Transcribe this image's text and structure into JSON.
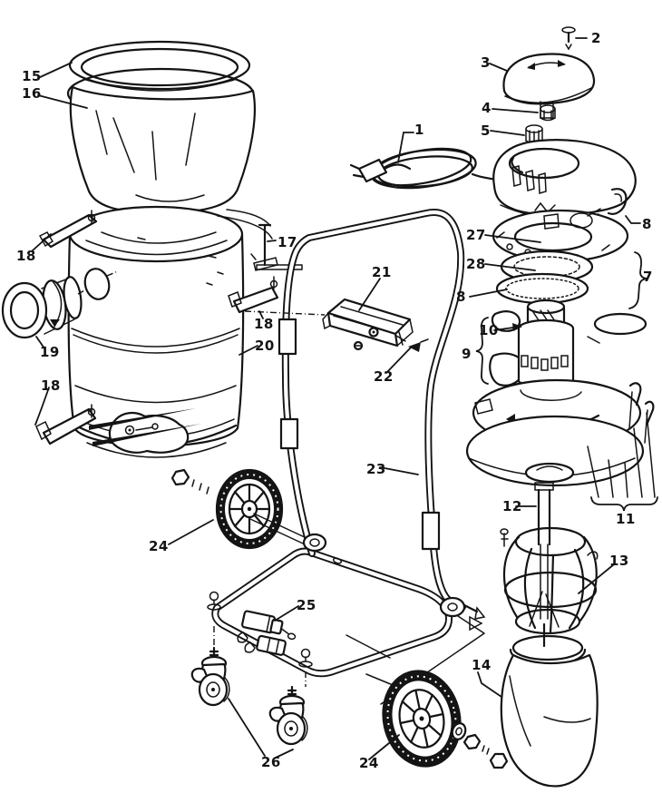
{
  "diagram": {
    "kind": "exploded-parts-diagram",
    "colors": {
      "ink": "#141414",
      "paper": "#ffffff"
    }
  },
  "callouts": [
    {
      "label": "15",
      "part": "filter-retainer-ring"
    },
    {
      "label": "16",
      "part": "cloth-filter"
    },
    {
      "label": "2",
      "part": "cover-screw"
    },
    {
      "label": "3",
      "part": "motor-cover"
    },
    {
      "label": "4",
      "part": "retaining-nut"
    },
    {
      "label": "5",
      "part": "grommet"
    },
    {
      "label": "1",
      "part": "power-cord"
    },
    {
      "label": "8",
      "part": "cord-hook"
    },
    {
      "label": "27",
      "part": "motor-mounting-plate"
    },
    {
      "label": "28",
      "part": "seal-ring"
    },
    {
      "label": "8",
      "part": "gasket"
    },
    {
      "label": "7",
      "part": "motor-head-group"
    },
    {
      "label": "10",
      "part": "armature"
    },
    {
      "label": "9",
      "part": "motor-bracket"
    },
    {
      "label": "12",
      "part": "motor-shaft"
    },
    {
      "label": "11",
      "part": "housing-clips"
    },
    {
      "label": "13",
      "part": "float-cage"
    },
    {
      "label": "14",
      "part": "filter-bag"
    },
    {
      "label": "17",
      "part": "latch-pin"
    },
    {
      "label": "18",
      "part": "latch-top-left"
    },
    {
      "label": "19",
      "part": "inlet-nozzle"
    },
    {
      "label": "18",
      "part": "latch-bottom-left"
    },
    {
      "label": "18",
      "part": "latch-right"
    },
    {
      "label": "20",
      "part": "tank"
    },
    {
      "label": "21",
      "part": "handle-bracket"
    },
    {
      "label": "22",
      "part": "handle-screws"
    },
    {
      "label": "23",
      "part": "cart-frame"
    },
    {
      "label": "24",
      "part": "wheel-left"
    },
    {
      "label": "25",
      "part": "cord-clip"
    },
    {
      "label": "26",
      "part": "casters"
    },
    {
      "label": "24",
      "part": "wheel-front"
    }
  ]
}
